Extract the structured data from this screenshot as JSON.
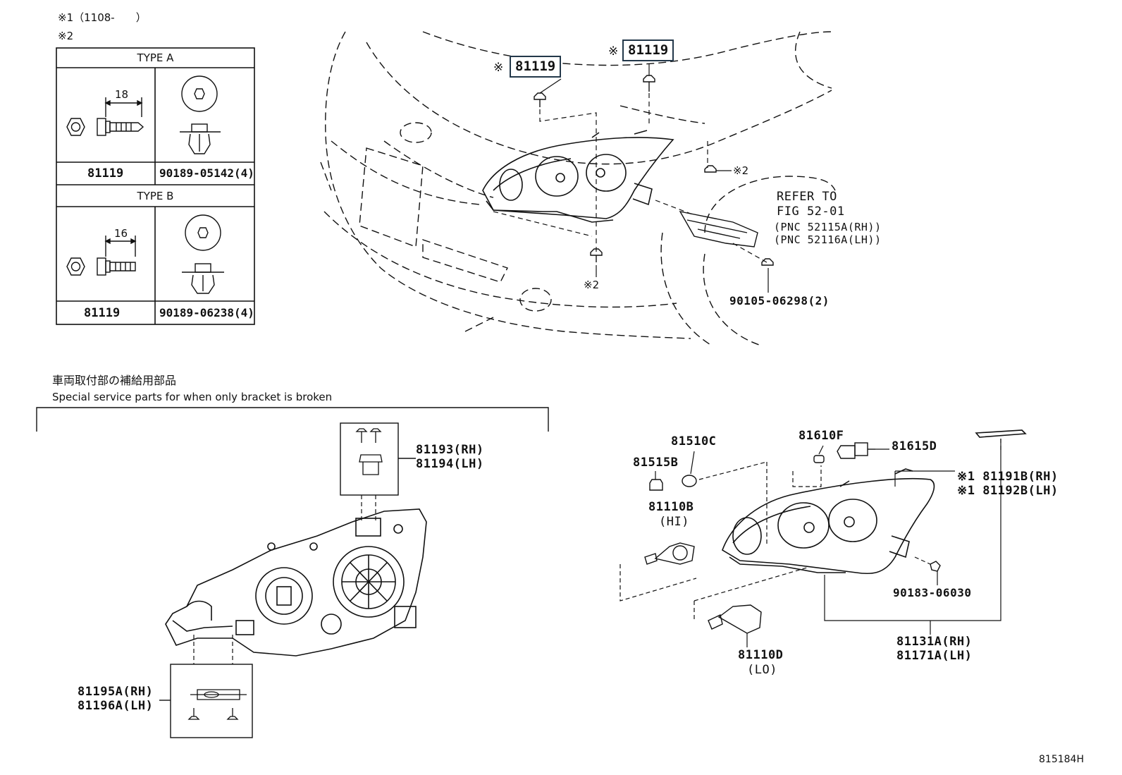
{
  "notes": {
    "note1": "※1（1108-　　）",
    "note2": "※2",
    "jp_heading": "車両取付部の補給用部品",
    "en_heading": "Special service parts for when only bracket is broken",
    "figure_code": "815184H"
  },
  "fastener_table": {
    "type_a": {
      "header": "TYPE A",
      "dimension": "18",
      "bolt_part": "81119",
      "clip_part": "90189-05142(4)"
    },
    "type_b": {
      "header": "TYPE B",
      "dimension": "16",
      "bolt_part": "81119",
      "clip_part": "90189-06238(4)"
    }
  },
  "top_view": {
    "callout_left": {
      "mark": "※",
      "part": "81119"
    },
    "callout_right": {
      "mark": "※",
      "part": "81119"
    },
    "mark2_right": "※2",
    "mark2_bottom": "※2",
    "refer_to": "REFER TO",
    "fig_ref": "FIG 52-01",
    "pnc_rh": "(PNC 52115A(RH))",
    "pnc_lh": "(PNC 52116A(LH))",
    "screw_part": "90105-06298(2)"
  },
  "service_parts": {
    "top_bracket_rh": "81193(RH)",
    "top_bracket_lh": "81194(LH)",
    "bottom_bracket_rh": "81195A(RH)",
    "bottom_bracket_lh": "81196A(LH)"
  },
  "assembly": {
    "socket_81510c": "81510C",
    "bulb_81610f": "81610F",
    "bulb_81615d": "81615D",
    "cap_81515b": "81515B",
    "bulb_hi": "81110B",
    "hi_label": "(HI)",
    "bracket_rh": "※1 81191B(RH)",
    "bracket_lh": "※1 81192B(LH)",
    "nut_part": "90183-06030",
    "unit_rh": "81131A(RH)",
    "unit_lh": "81171A(LH)",
    "bulb_lo": "81110D",
    "lo_label": "(LO)"
  }
}
